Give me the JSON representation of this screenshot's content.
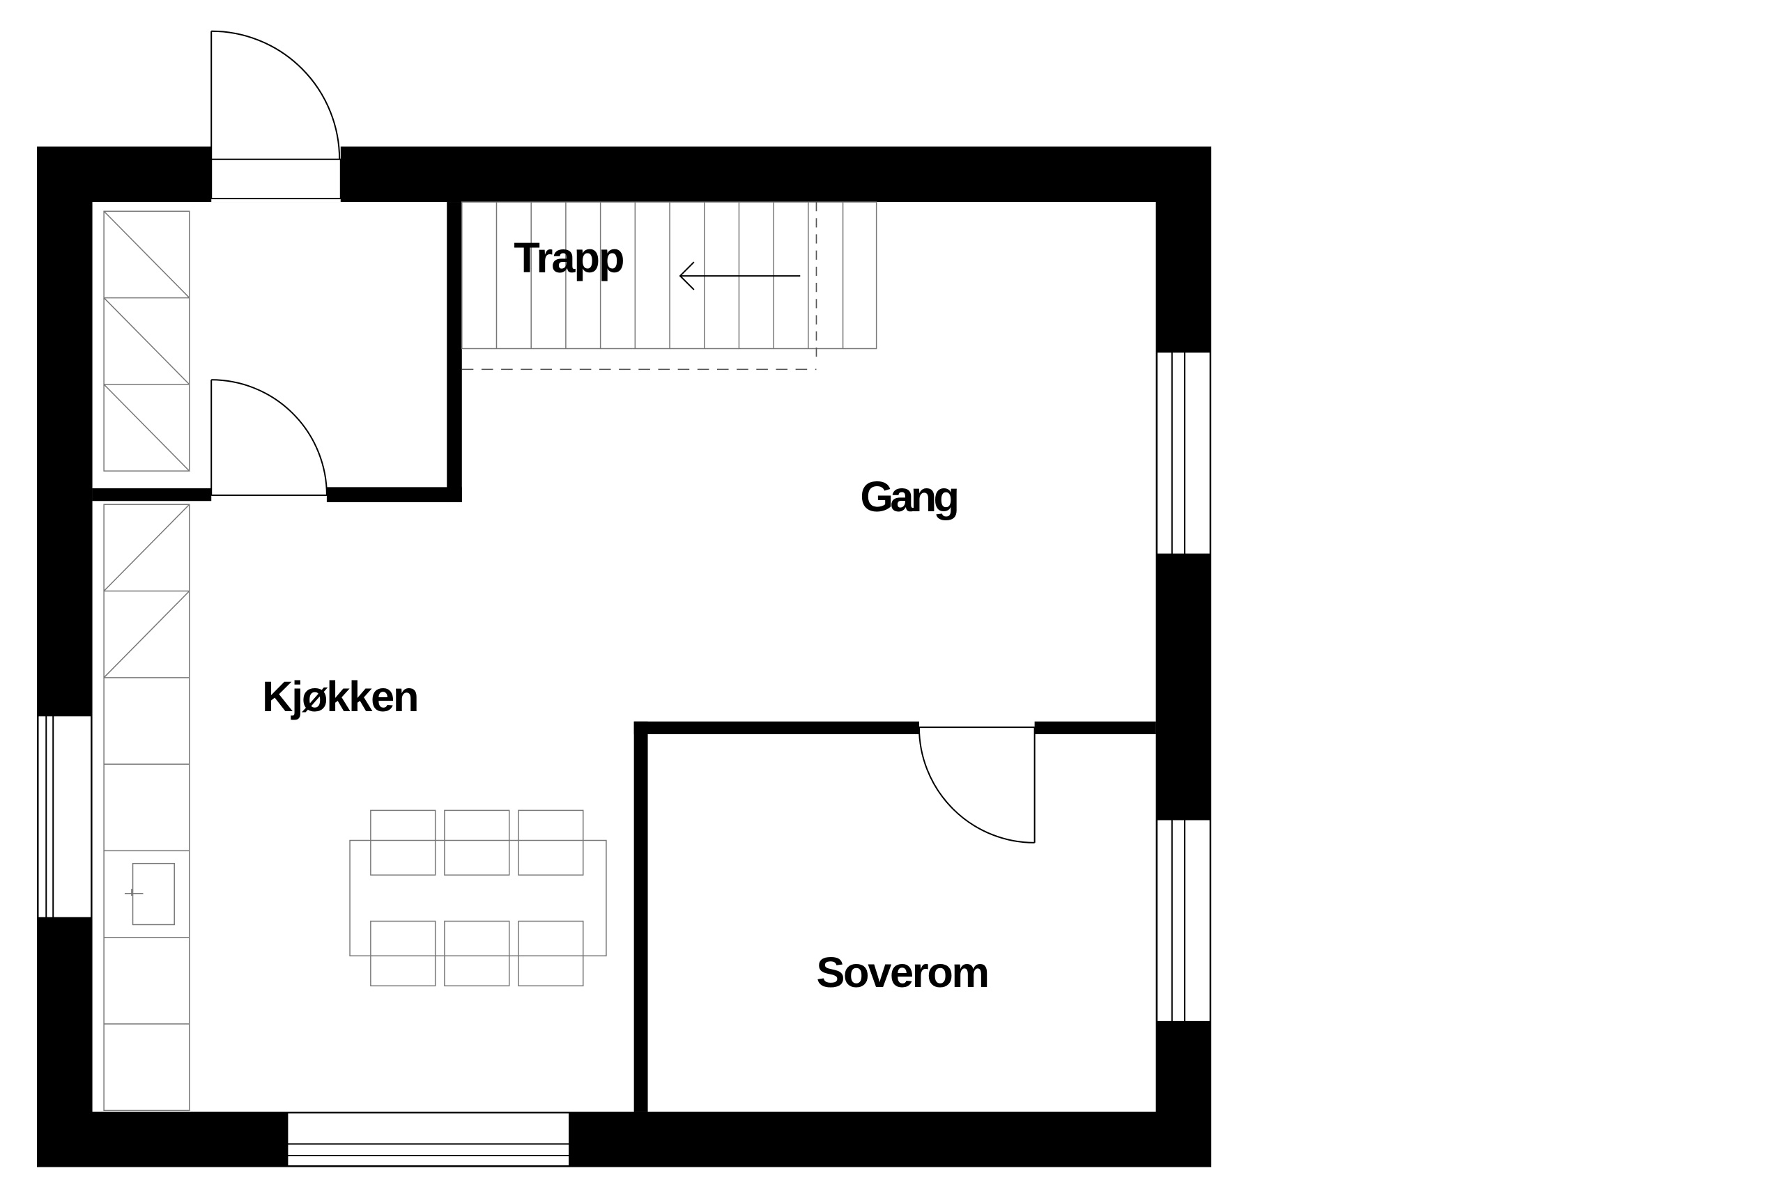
{
  "floorplan": {
    "rooms": {
      "trapp": "Trapp",
      "gang": "Gang",
      "kjokken": "Kjøkken",
      "soverom": "Soverom"
    },
    "colors": {
      "wall": "#000000",
      "background": "#ffffff",
      "furniture": "#777777"
    }
  }
}
